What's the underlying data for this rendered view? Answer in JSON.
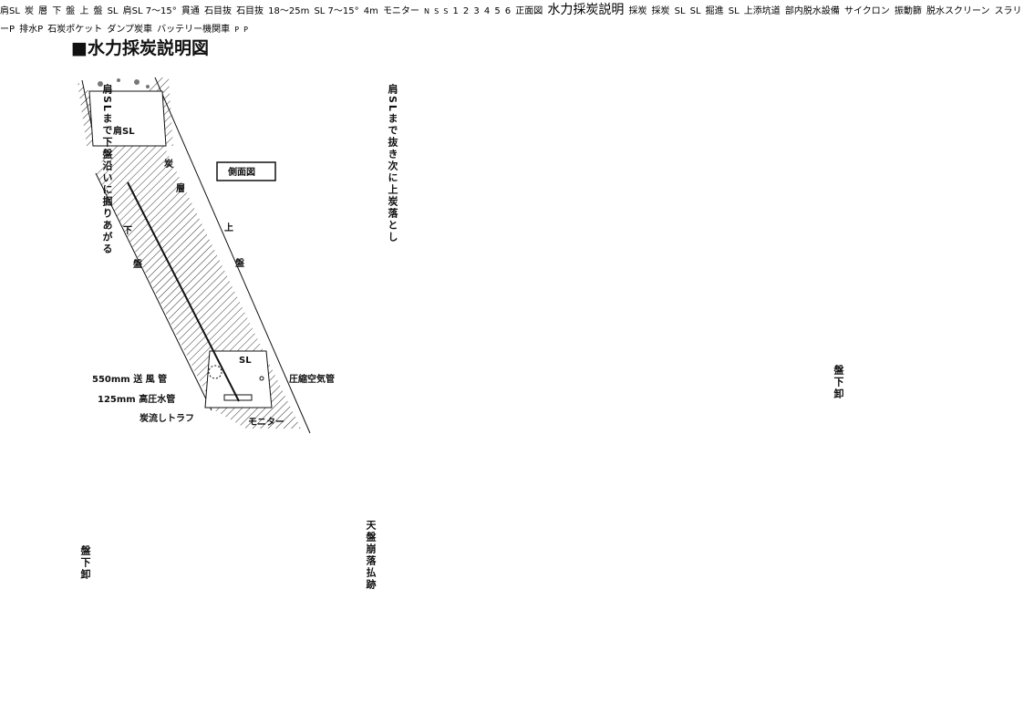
{
  "title": "■水力採炭説明図",
  "side_view": {
    "label": "側面図",
    "left": {
      "top_drift": "肩SL",
      "note": "肩SLまで下盤沿いに掘りあがる",
      "seam": [
        "炭",
        "層"
      ],
      "footwall": [
        "下",
        "盤"
      ],
      "hangingwall": [
        "上",
        "盤"
      ],
      "bottom_drift": "SL",
      "ventilation_pipe": "550mm 送 風 管",
      "high_pressure_pipe": "125mm 高圧水管",
      "trough": "炭流しトラフ",
      "compressed_air_pipe": "圧縮空気管",
      "monitor": "モニター"
    },
    "right": {
      "top_drift": "肩SL",
      "note": "肩SLまで抜き次に上炭落とし",
      "seam": [
        "炭",
        "層"
      ],
      "footwall": [
        "下",
        "盤"
      ],
      "hangingwall": [
        "上",
        "盤"
      ],
      "bottom_drift": "SL"
    }
  },
  "front_view": {
    "label": "正面図",
    "top_drift": "肩SL 7〜15°",
    "breakthrough": "貫通",
    "crosscut_top": "石目抜",
    "crosscut_bottom": "石目抜",
    "incline": "盤下卸",
    "height": "18〜25m",
    "bottom_drift": "SL 7〜15°",
    "width": "4m",
    "monitor": "モニター",
    "collapse": "天盤崩落払跡",
    "n": "N",
    "s_top": "S",
    "s_bottom": "S",
    "slices": [
      "1",
      "2",
      "3",
      "4",
      "5",
      "6"
    ]
  },
  "flow": {
    "title": "水力採炭説明",
    "mining_left": "採炭",
    "mining_right": "採炭",
    "sl_left": "SL",
    "sl_right": "SL",
    "incline": "盤下卸",
    "development": "掘進",
    "sl_dev": "SL",
    "upper_gallery": "上添坑道"
  },
  "dewatering": {
    "title": "部内脱水設備",
    "cyclone": "サイクロン",
    "vibrating_screen": "振動篩",
    "dewatering_screen": "脱水スクリーン",
    "slurry_pump": "スラリーP",
    "drain_pump": "排水P",
    "coal_pocket": "石炭ポケット",
    "dump_cars": "ダンプ炭車",
    "locomotive": "バッテリー機関車",
    "pump_symbol": "P"
  }
}
